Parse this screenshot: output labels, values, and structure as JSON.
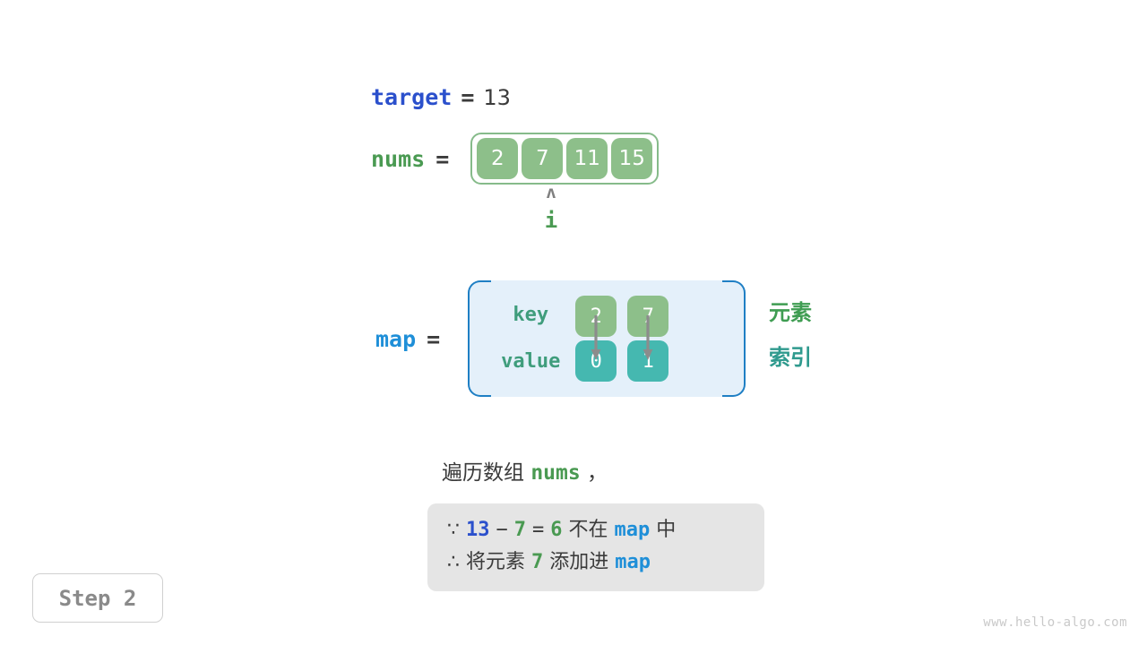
{
  "target": {
    "name": "target",
    "equals": "=",
    "value": "13"
  },
  "nums": {
    "name": "nums",
    "equals": "=",
    "cells": [
      "2",
      "7",
      "11",
      "15"
    ]
  },
  "pointer": {
    "caret": "ʌ",
    "label": "i",
    "index": 1
  },
  "map": {
    "name": "map",
    "equals": "=",
    "row_labels": {
      "key": "key",
      "value": "value"
    },
    "entries": [
      {
        "key": "2",
        "value": "0"
      },
      {
        "key": "7",
        "value": "1"
      }
    ],
    "annotations": {
      "elements": "元素",
      "indices": "索引"
    }
  },
  "caption": {
    "prefix": "遍历数组 ",
    "code": "nums",
    "suffix": " ，"
  },
  "note": {
    "line1": {
      "because": "∵",
      "a": "13",
      "minus": "−",
      "b": "7",
      "eq": "=",
      "result": "6",
      "not_in": "不在",
      "map": "map",
      "tail": "中"
    },
    "line2": {
      "therefore": "∴",
      "text_a": "将元素",
      "elem": "7",
      "text_b": "添加进",
      "map": "map"
    }
  },
  "step_badge": {
    "label": "Step 2"
  },
  "watermark": {
    "text": "www.hello-algo.com"
  },
  "colors": {
    "target_blue": "#2b50cc",
    "map_blue": "#1f8fd8",
    "nums_green": "#4a9a52",
    "cell_green": "#8dbf8a",
    "cell_teal": "#45b8b0",
    "map_box_fill": "#e4f0fa",
    "map_box_border": "#1f7fc4",
    "note_bg": "#e5e5e5",
    "arrow_gray": "#8c8c8c"
  }
}
